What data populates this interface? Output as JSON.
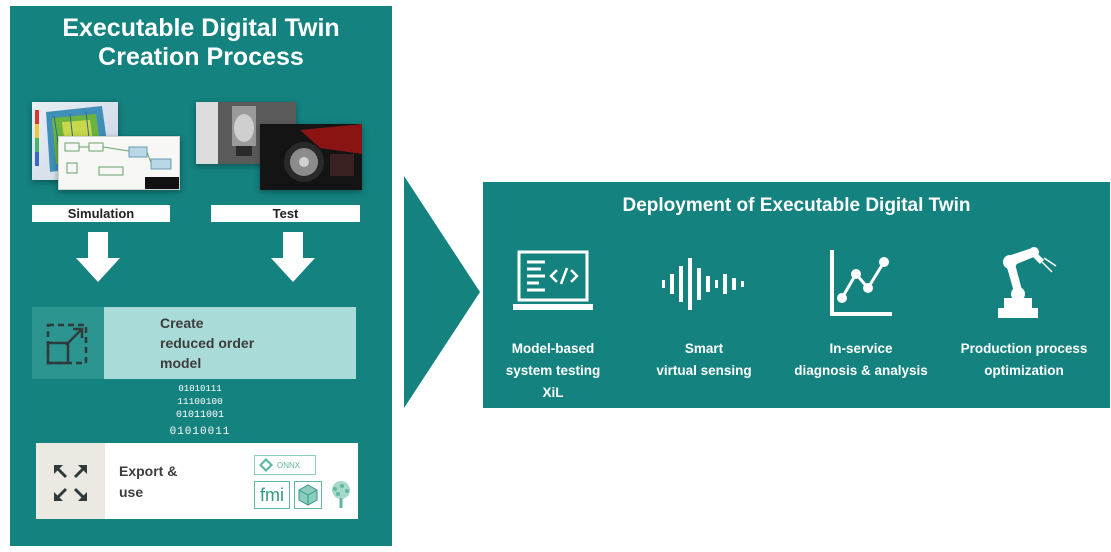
{
  "left_panel": {
    "title_line1": "Executable Digital Twin",
    "title_line2": "Creation Process",
    "simulation_label": "Simulation",
    "test_label": "Test",
    "rom_line1": "Create",
    "rom_line2": "reduced order",
    "rom_line3": "model",
    "binary": [
      "01010111",
      "11100100",
      "01011001",
      "01010011"
    ],
    "export_line1": "Export &",
    "export_line2": "use",
    "logo_onnx": "ONNX",
    "logo_fmi": "fmi"
  },
  "right_panel": {
    "title": "Deployment of Executable Digital Twin",
    "features": [
      {
        "line1": "Model-based",
        "line2": "system testing",
        "line3": "XiL",
        "icon": "laptop-code-icon"
      },
      {
        "line1": "Smart",
        "line2": "virtual sensing",
        "icon": "soundwave-icon"
      },
      {
        "line1": "In-service",
        "line2": "diagnosis & analysis",
        "icon": "line-chart-icon"
      },
      {
        "line1": "Production process",
        "line2": "optimization",
        "icon": "robot-arm-icon"
      }
    ]
  },
  "colors": {
    "teal": "#14827f",
    "teal_light": "#a9dcd8",
    "teal_mid": "#2c9590",
    "white": "#ffffff"
  }
}
